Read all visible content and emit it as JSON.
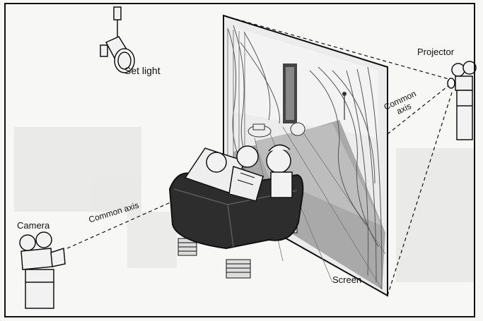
{
  "labels": {
    "set_light": "Set light",
    "projector": "Projector",
    "camera": "Camera",
    "screen": "Screen",
    "common_axis_left": "Common axis",
    "common_axis_right_line1": "Common",
    "common_axis_right_line2": "axis"
  },
  "icons": [
    "set-light-icon",
    "projector-icon",
    "camera-icon",
    "screen-icon",
    "car-icon",
    "actors-icon"
  ],
  "colors": {
    "line": "#111111",
    "background": "#f7f7f5",
    "screen_floor": "#9a9a9a",
    "car_body": "#2d2d2d"
  }
}
